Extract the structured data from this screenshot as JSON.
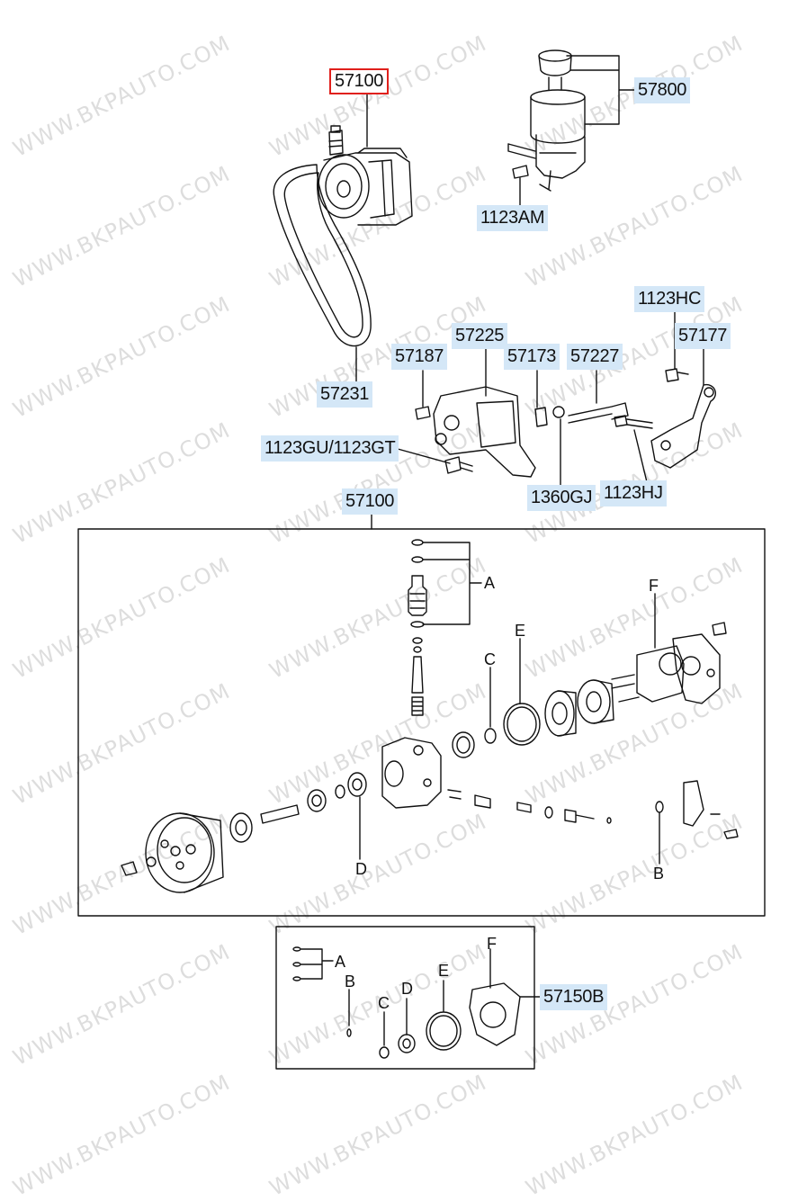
{
  "watermark": "WWW.BKPAUTO.COM",
  "colors": {
    "highlight": "#d4e7f7",
    "active_border": "#e0201c",
    "line": "#111111"
  },
  "parts": {
    "pump_top": "57100",
    "reservoir": "57800",
    "bolt_reservoir": "1123AM",
    "belt": "57231",
    "bolt_57187": "57187",
    "bracket": "57225",
    "nut_57173": "57173",
    "bolt_57227": "57227",
    "bolt_1123hc": "1123HC",
    "bracket_57177": "57177",
    "bolt_1123gu": "1123GU/1123GT",
    "washer": "1360GJ",
    "bolt_1123hj": "1123HJ",
    "pump_assembly": "57100",
    "kit": "57150B"
  },
  "letters": {
    "a": "A",
    "b": "B",
    "c": "C",
    "d": "D",
    "e": "E",
    "f": "F",
    "kit_a": "A",
    "kit_b": "B",
    "kit_c": "C",
    "kit_d": "D",
    "kit_e": "E",
    "kit_f": "F"
  }
}
